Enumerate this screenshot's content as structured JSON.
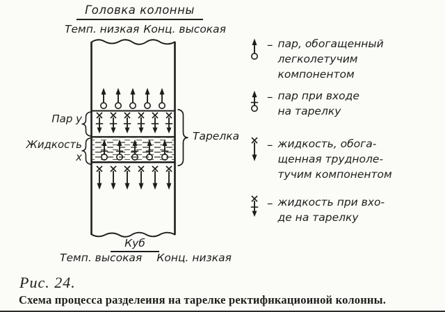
{
  "figure": {
    "top": {
      "title": "Головка колонны",
      "temp": "Темп. низкая",
      "conc": "Конц. высокая"
    },
    "bottom": {
      "title": "Куб",
      "temp": "Темп. высокая",
      "conc": "Конц. низкая"
    },
    "column": {
      "vapor_zone_label": "Пар y",
      "liquid_zone_label": "Жидкость x",
      "tray_label": "Тарелка"
    },
    "legend": {
      "dash": "–",
      "items": [
        {
          "symbol": "vapor-enriched-symbol",
          "lines": [
            "пар, обогащенный",
            "легколетучим",
            "компонентом"
          ]
        },
        {
          "symbol": "vapor-entering-tray-symbol",
          "lines": [
            "пар при входе",
            "на тарелку"
          ]
        },
        {
          "symbol": "liquid-enriched-symbol",
          "lines": [
            "жидкость, обога-",
            "щенная трудноле-",
            "тучим компонентом"
          ]
        },
        {
          "symbol": "liquid-entering-tray-symbol",
          "lines": [
            "жидкость при вхо-",
            "де на тарелку"
          ]
        }
      ]
    },
    "caption": {
      "number": "Рис. 24.",
      "text": "Схема процесса разделеиня на тарелке ректифнкациоиной колонны."
    },
    "colors": {
      "ink": "#1d1d1b",
      "paper": "#fbfbf8"
    }
  }
}
